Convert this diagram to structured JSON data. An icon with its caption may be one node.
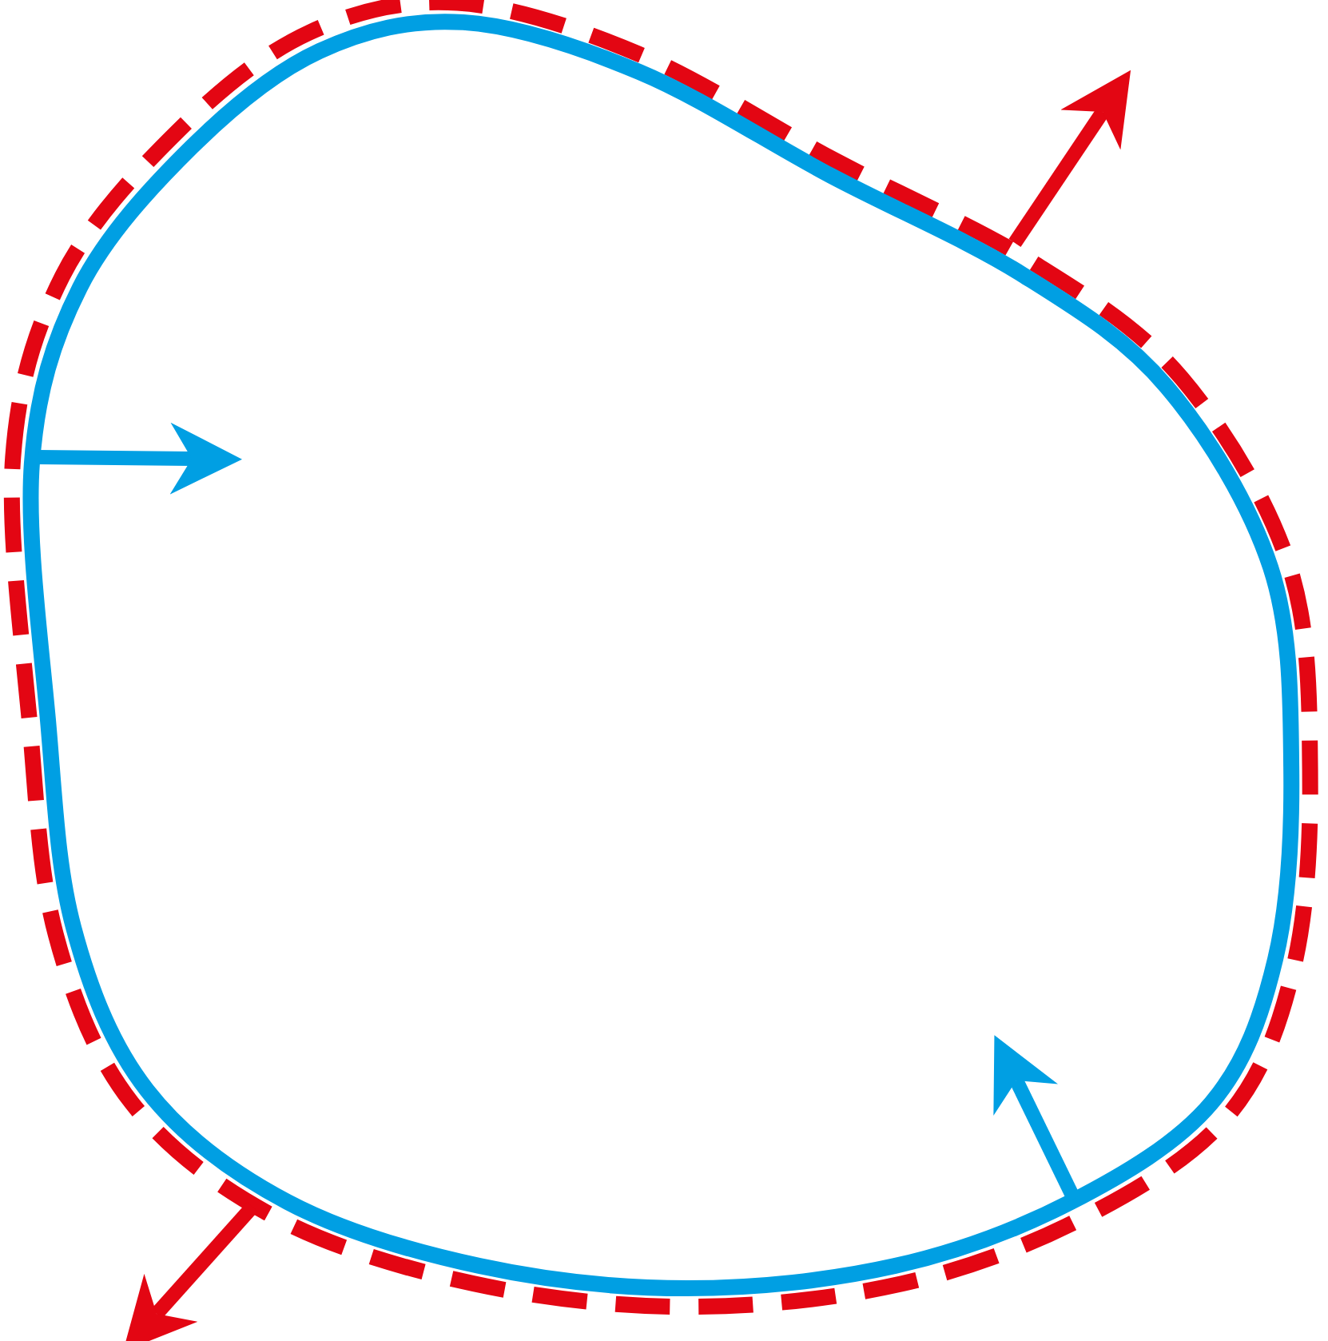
{
  "diagram": {
    "nodes": [
      {
        "text": [],
        "shape": "outline"
      },
      {
        "text": [],
        "shape": "outline",
        "in": 0
      }
    ]
  }
}
